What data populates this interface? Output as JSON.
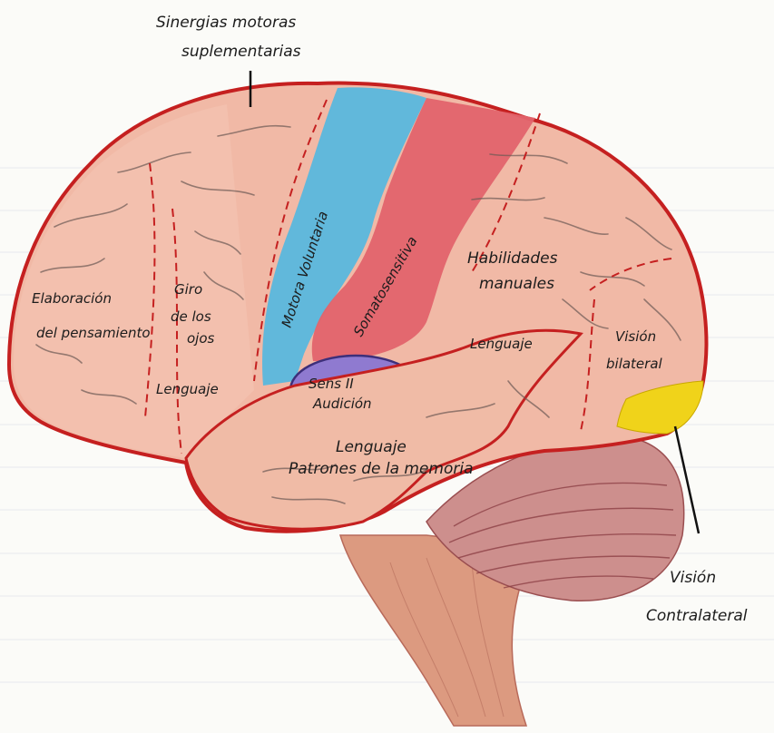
{
  "title_top": {
    "line1": "Sinergias motoras",
    "line2": "suplementarias"
  },
  "regions": {
    "elaboracion": {
      "line1": "Elaboración",
      "line2": "del pensamiento"
    },
    "giro": {
      "line1": "Giro",
      "line2": "de los",
      "line3": "ojos"
    },
    "lenguaje_frontal": "Lenguaje",
    "motora": "Motora Voluntaria",
    "somato": "Somatosensitiva",
    "habilidades": {
      "line1": "Habilidades",
      "line2": "manuales"
    },
    "lenguaje_parietal": "Lenguaje",
    "vision_bilateral": {
      "line1": "Visión",
      "line2": "bilateral"
    },
    "sens_audicion": {
      "line1": "Sens II",
      "line2": "Audición"
    },
    "temporal": {
      "line1": "Lenguaje",
      "line2": "Patrones de la memoria"
    }
  },
  "label_bottom_right": {
    "line1": "Visión",
    "line2": "Contralateral"
  },
  "colors": {
    "cortex": "#f1b9a6",
    "outline": "#c52020",
    "motor": "#58b7dd",
    "somato": "#e2636b",
    "auditory": "#8f7ad0",
    "visual": "#f0d31a",
    "cerebellum": "#cd8f8d",
    "brainstem": "#dc9a80",
    "fold_lines": "#6d5a55",
    "text": "#1c1c1c"
  }
}
